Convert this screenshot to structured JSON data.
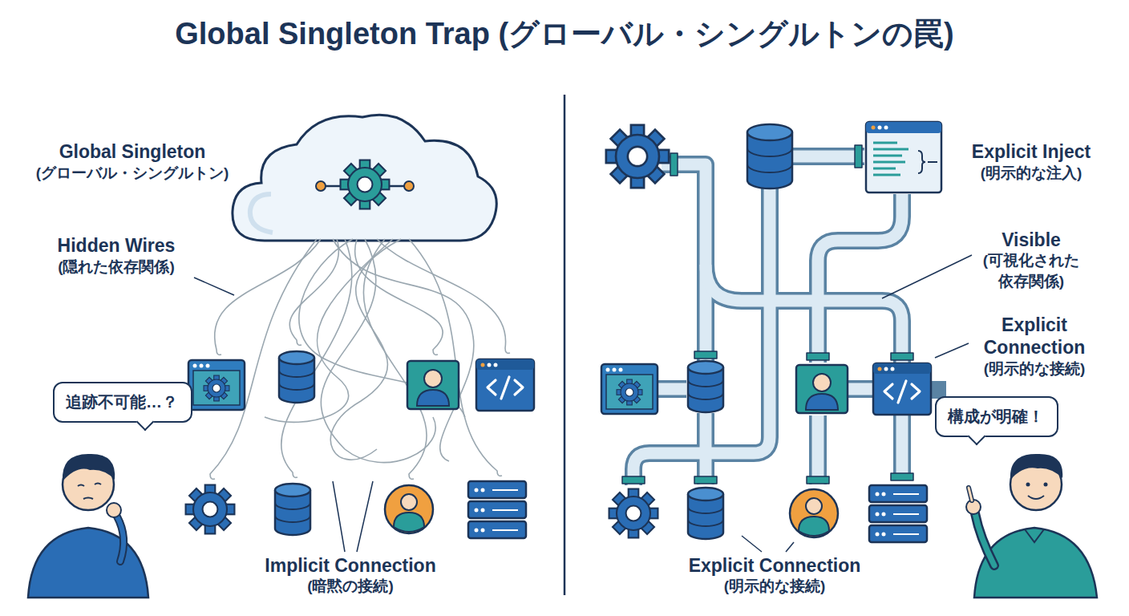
{
  "diagram": {
    "title": "Global Singleton Trap (グローバル・シングルトンの罠)",
    "nodes": [
      {
        "text": [
          "追跡不可能…？"
        ]
      },
      {
        "text": [
          "構成が明確！"
        ]
      }
    ],
    "labels": [
      "Global Singleton",
      "(グローバル・シングルトン)",
      "Hidden Wires",
      "(隠れた依存関係)",
      "Implicit Connection",
      "(暗黙の接続)",
      "Explicit Inject",
      "(明示的な注入)",
      "Visible",
      "(可視化された",
      "依存関係)",
      "Explicit",
      "Connection",
      "(明示的な接続)",
      "Explicit Connection",
      "(明示的な接続)"
    ]
  }
}
